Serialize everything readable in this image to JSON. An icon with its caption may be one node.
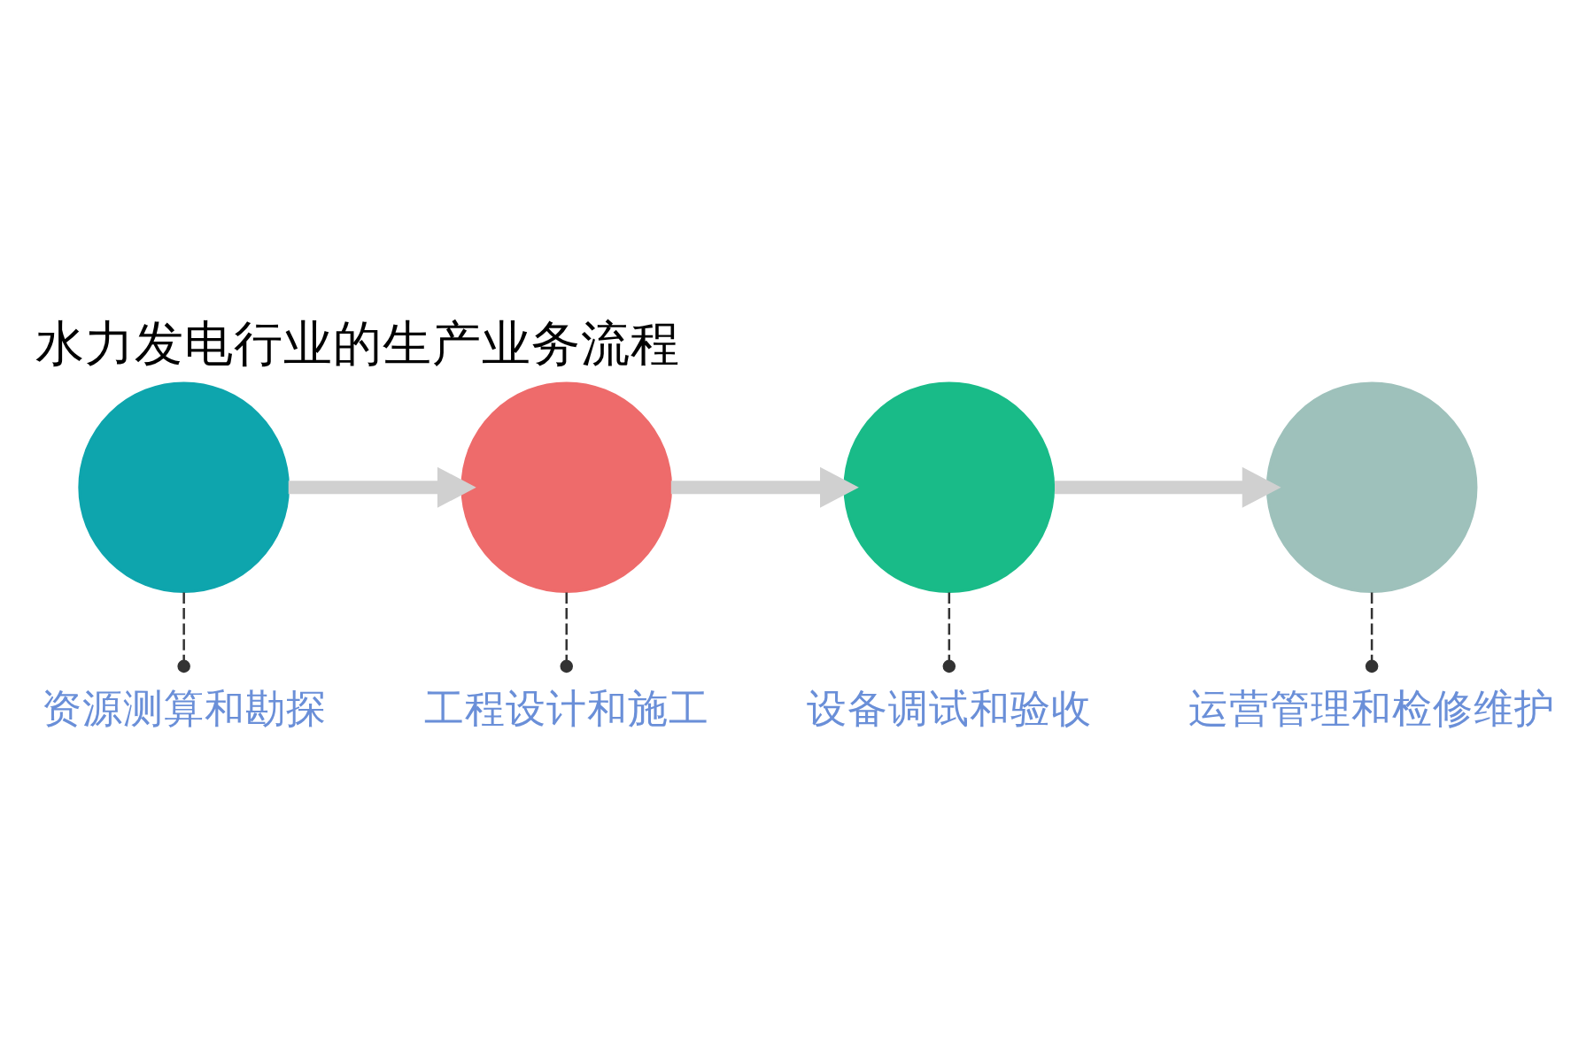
{
  "diagram": {
    "title": "水力发电行业的生产业务流程",
    "nodes": [
      {
        "text": [],
        "shape": "circle"
      },
      {
        "text": [],
        "shape": "circle"
      },
      {
        "text": [],
        "shape": "circle"
      },
      {
        "text": [],
        "shape": "circle"
      },
      {
        "text": [
          "资源测算和勘探"
        ]
      },
      {
        "text": [
          "工程设计和施工"
        ]
      },
      {
        "text": [
          "设备调试和验收"
        ]
      },
      {
        "text": [
          "运营管理和检修维护"
        ]
      }
    ],
    "edges": [
      {
        "from": 0,
        "to": 1,
        "arrow": "to",
        "style": "thick",
        "color": "#d0d0d0"
      },
      {
        "from": 1,
        "to": 2,
        "arrow": "to",
        "style": "thick",
        "color": "#d0d0d0"
      },
      {
        "from": 2,
        "to": 3,
        "arrow": "to",
        "style": "thick",
        "color": "#d0d0d0"
      },
      {
        "from": 0,
        "to": 4,
        "arrow": "other",
        "style": "dashed"
      },
      {
        "from": 1,
        "to": 5,
        "arrow": "other",
        "style": "dashed"
      },
      {
        "from": 2,
        "to": 6,
        "arrow": "other",
        "style": "dashed"
      },
      {
        "from": 3,
        "to": 7,
        "arrow": "other",
        "style": "dashed"
      }
    ]
  }
}
